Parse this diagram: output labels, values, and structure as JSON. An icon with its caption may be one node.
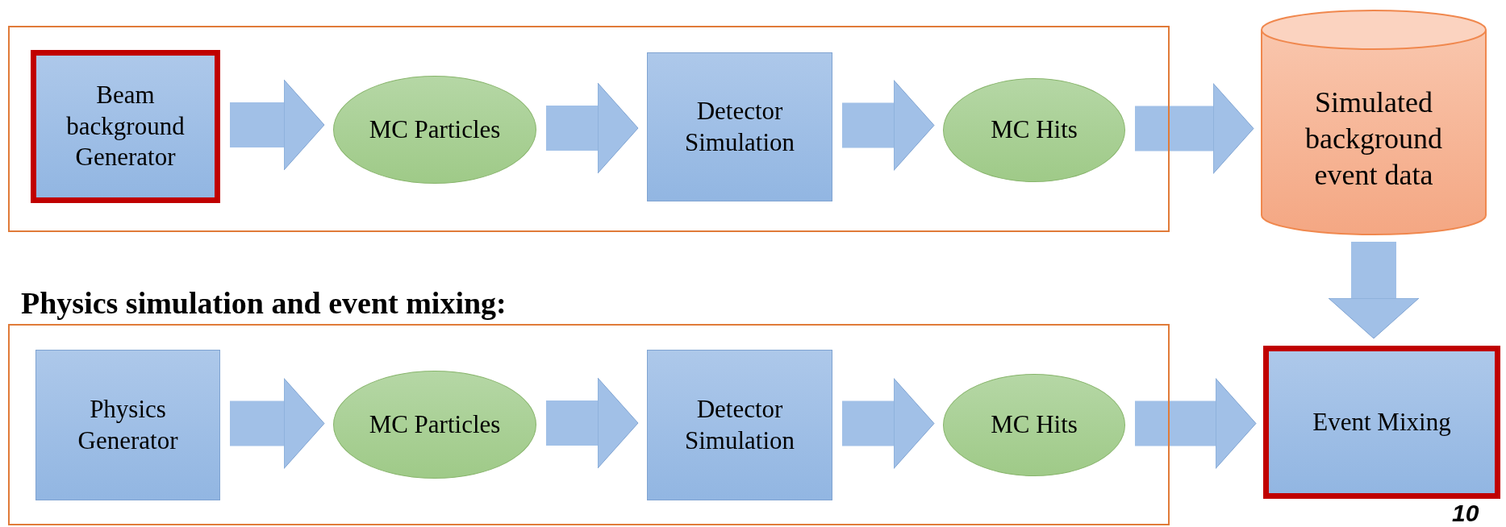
{
  "diagram": {
    "nodes": [
      {
        "text": [],
        "shape": "box"
      },
      {
        "text": [
          "Beam background Generator"
        ],
        "in": 0
      },
      {
        "text": [
          "MC Particles"
        ],
        "in": 0
      },
      {
        "text": [
          "Detector Simulation"
        ],
        "in": 0
      },
      {
        "text": [
          "MC Hits"
        ],
        "in": 0
      },
      {
        "text": [
          "Simulated background event data"
        ]
      },
      {
        "text": [
          "Physics simulation and event mixing:"
        ]
      },
      {
        "text": [
          "Physics Generator"
        ],
        "in": 6
      },
      {
        "text": [
          "MC Particles"
        ],
        "in": 6
      },
      {
        "text": [
          "Detector Simulation"
        ],
        "in": 6
      },
      {
        "text": [
          "MC Hits"
        ],
        "in": 6
      },
      {
        "text": [
          "Event Mixing"
        ]
      }
    ],
    "edges": [
      {
        "from": 1,
        "to": 2,
        "arrow": "to"
      },
      {
        "from": 2,
        "to": 3,
        "arrow": "to"
      },
      {
        "from": 3,
        "to": 4,
        "arrow": "to"
      },
      {
        "from": 4,
        "to": 5,
        "arrow": "to"
      },
      {
        "from": 5,
        "to": 11,
        "arrow": "to"
      },
      {
        "from": 7,
        "to": 8,
        "arrow": "to"
      },
      {
        "from": 8,
        "to": 9,
        "arrow": "to"
      },
      {
        "from": 9,
        "to": 10,
        "arrow": "to"
      },
      {
        "from": 10,
        "to": 11,
        "arrow": "to"
      }
    ],
    "labels": [
      "10"
    ]
  }
}
